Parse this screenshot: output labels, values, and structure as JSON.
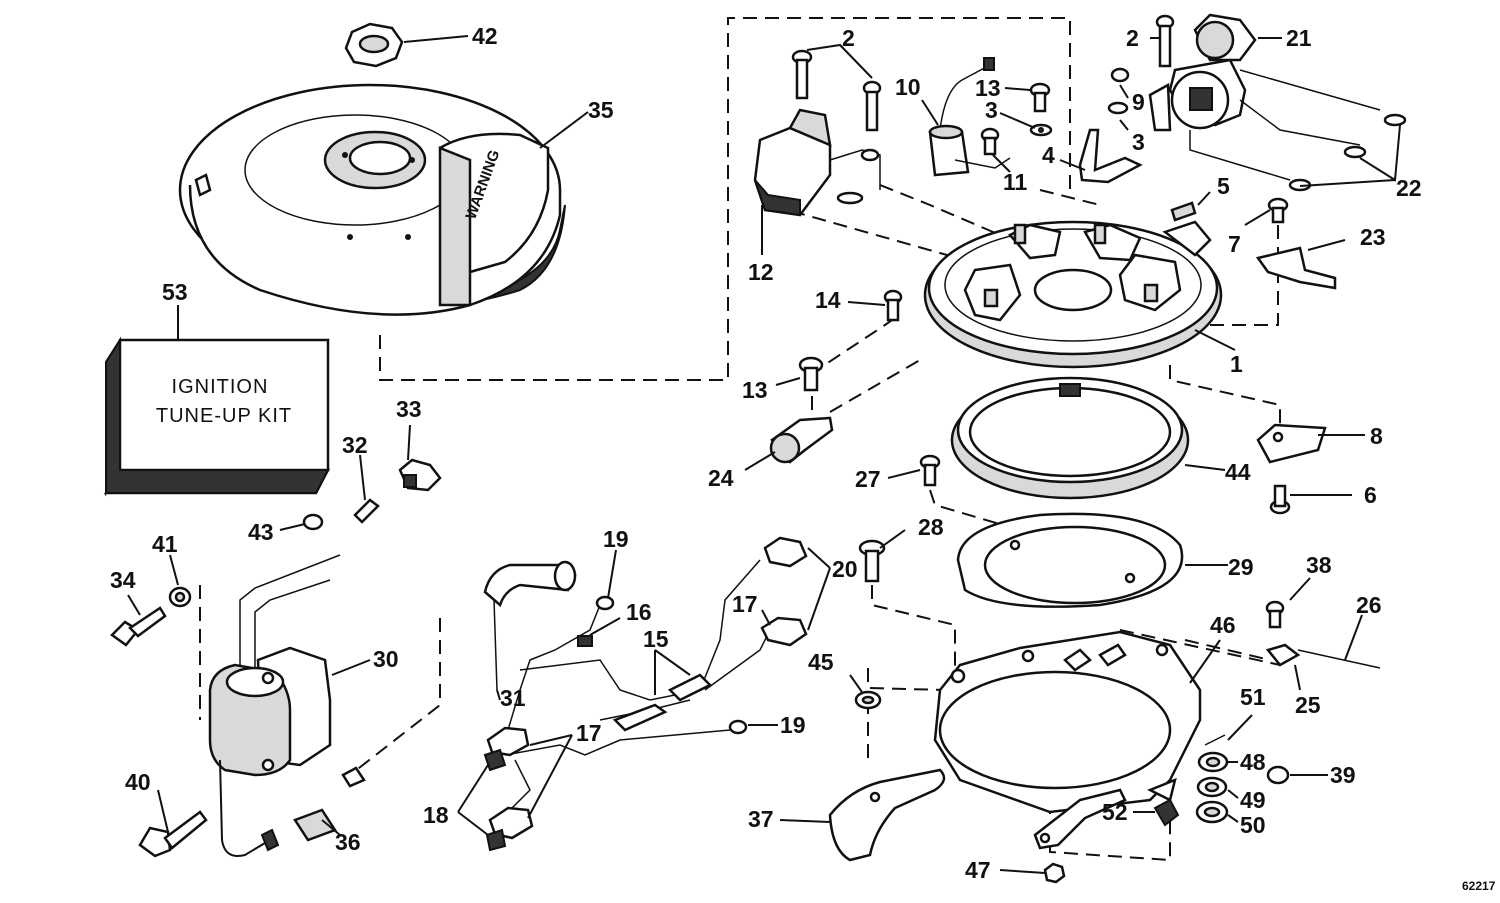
{
  "kit": {
    "line1": "IGNITION",
    "line2": "TUNE-UP KIT"
  },
  "flywheel_text": "WARNING",
  "figure_id": "62217",
  "callouts": [
    {
      "id": "c42",
      "text": "42"
    },
    {
      "id": "c35",
      "text": "35"
    },
    {
      "id": "c53",
      "text": "53"
    },
    {
      "id": "c2a",
      "text": "2"
    },
    {
      "id": "c2b",
      "text": "2"
    },
    {
      "id": "c21",
      "text": "21"
    },
    {
      "id": "c10",
      "text": "10"
    },
    {
      "id": "c13a",
      "text": "13"
    },
    {
      "id": "c9",
      "text": "9"
    },
    {
      "id": "c3a",
      "text": "3"
    },
    {
      "id": "c3b",
      "text": "3"
    },
    {
      "id": "c4",
      "text": "4"
    },
    {
      "id": "c11",
      "text": "11"
    },
    {
      "id": "c22",
      "text": "22"
    },
    {
      "id": "c5",
      "text": "5"
    },
    {
      "id": "c7",
      "text": "7"
    },
    {
      "id": "c23",
      "text": "23"
    },
    {
      "id": "c12",
      "text": "12"
    },
    {
      "id": "c14",
      "text": "14"
    },
    {
      "id": "c1",
      "text": "1"
    },
    {
      "id": "c13b",
      "text": "13"
    },
    {
      "id": "c33",
      "text": "33"
    },
    {
      "id": "c8",
      "text": "8"
    },
    {
      "id": "c32",
      "text": "32"
    },
    {
      "id": "c24",
      "text": "24"
    },
    {
      "id": "c27",
      "text": "27"
    },
    {
      "id": "c44",
      "text": "44"
    },
    {
      "id": "c6",
      "text": "6"
    },
    {
      "id": "c43",
      "text": "43"
    },
    {
      "id": "c41",
      "text": "41"
    },
    {
      "id": "c19a",
      "text": "19"
    },
    {
      "id": "c28",
      "text": "28"
    },
    {
      "id": "c34",
      "text": "34"
    },
    {
      "id": "c20",
      "text": "20"
    },
    {
      "id": "c29",
      "text": "29"
    },
    {
      "id": "c38",
      "text": "38"
    },
    {
      "id": "c16",
      "text": "16"
    },
    {
      "id": "c17a",
      "text": "17"
    },
    {
      "id": "c26",
      "text": "26"
    },
    {
      "id": "c15",
      "text": "15"
    },
    {
      "id": "c46",
      "text": "46"
    },
    {
      "id": "c30",
      "text": "30"
    },
    {
      "id": "c45",
      "text": "45"
    },
    {
      "id": "c25",
      "text": "25"
    },
    {
      "id": "c31",
      "text": "31"
    },
    {
      "id": "c51",
      "text": "51"
    },
    {
      "id": "c19b",
      "text": "19"
    },
    {
      "id": "c17b",
      "text": "17"
    },
    {
      "id": "c48",
      "text": "48"
    },
    {
      "id": "c39",
      "text": "39"
    },
    {
      "id": "c40",
      "text": "40"
    },
    {
      "id": "c49",
      "text": "49"
    },
    {
      "id": "c18",
      "text": "18"
    },
    {
      "id": "c37",
      "text": "37"
    },
    {
      "id": "c52",
      "text": "52"
    },
    {
      "id": "c50",
      "text": "50"
    },
    {
      "id": "c36",
      "text": "36"
    },
    {
      "id": "c47",
      "text": "47"
    }
  ]
}
